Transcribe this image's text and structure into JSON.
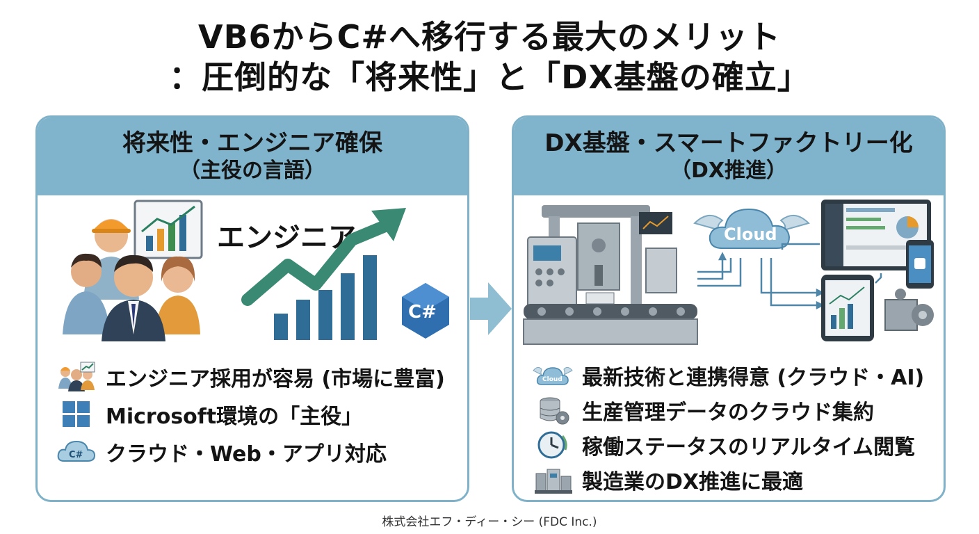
{
  "title": {
    "line1": "VB6からC#へ移行する最大のメリット",
    "line2": "：圧倒的な「将来性」と「DX基盤の確立」"
  },
  "left_panel": {
    "heading": "将来性・エンジニア確保",
    "subheading": "（主役の言語）",
    "illustration_label": "エンジニア",
    "csharp_logo": "C#",
    "items": [
      {
        "icon": "engineers-icon",
        "text": "エンジニア採用が容易 (市場に豊富)"
      },
      {
        "icon": "windows-icon",
        "text": "Microsoft環境の「主役」"
      },
      {
        "icon": "cloud-csharp-icon",
        "text": "クラウド・Web・アプリ対応"
      }
    ]
  },
  "right_panel": {
    "heading": "DX基盤・スマートファクトリー化",
    "subheading": "（DX推進）",
    "cloud_label": "Cloud",
    "items": [
      {
        "icon": "cloud-icon",
        "icon_label": "Cloud",
        "text": "最新技術と連携得意 (クラウド・AI)"
      },
      {
        "icon": "database-gear-icon",
        "text": "生産管理データのクラウド集約"
      },
      {
        "icon": "clock-icon",
        "text": "稼働ステータスのリアルタイム閲覧"
      },
      {
        "icon": "factory-icon",
        "text": "製造業のDX推進に最適"
      }
    ]
  },
  "footer": "株式会社エフ・ディー・シー (FDC Inc.)",
  "colors": {
    "panel_border": "#7fb2c8",
    "panel_header": "#7fb4cc",
    "growth_arrow": "#3a8a73",
    "bar_blue": "#2f6d96"
  }
}
